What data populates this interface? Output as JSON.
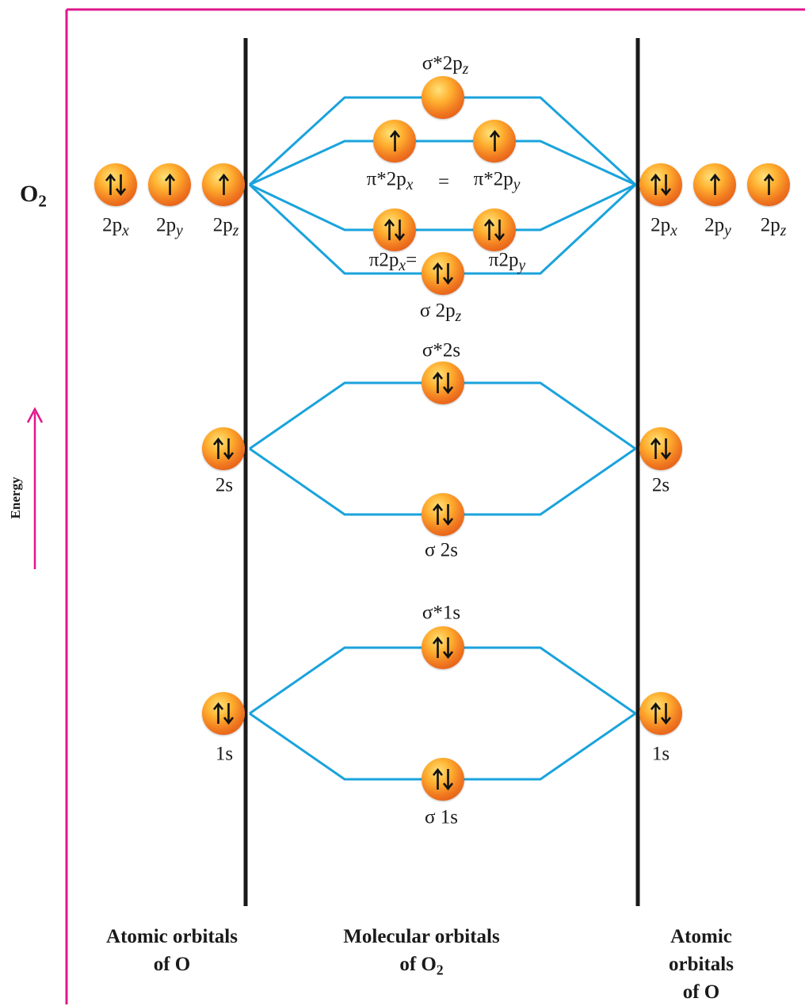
{
  "molecule": {
    "base": "O",
    "sub": "2"
  },
  "energy_axis": {
    "label": "Energy"
  },
  "columns": {
    "left": {
      "line1": "Atomic orbitals",
      "line2": "of O"
    },
    "middle": {
      "line1": "Molecular orbitals",
      "line2": "of O",
      "line2_sub": "2"
    },
    "right": {
      "line1": "Atomic orbitals",
      "line2": "of O"
    }
  },
  "atomic_left": {
    "p": [
      {
        "label": "2p",
        "sub": "x",
        "electrons": 2
      },
      {
        "label": "2p",
        "sub": "y",
        "electrons": 1
      },
      {
        "label": "2p",
        "sub": "z",
        "electrons": 1
      }
    ],
    "s2": {
      "label": "2s",
      "electrons": 2
    },
    "s1": {
      "label": "1s",
      "electrons": 2
    }
  },
  "atomic_right": {
    "p": [
      {
        "label": "2p",
        "sub": "x",
        "electrons": 2
      },
      {
        "label": "2p",
        "sub": "y",
        "electrons": 1
      },
      {
        "label": "2p",
        "sub": "z",
        "electrons": 1
      }
    ],
    "s2": {
      "label": "2s",
      "electrons": 2
    },
    "s1": {
      "label": "1s",
      "electrons": 2
    }
  },
  "molecular": {
    "sigma_star_2pz": {
      "label": "σ*2p",
      "sub": "z",
      "electrons": 0
    },
    "pi_star_2px": {
      "label": "π*2p",
      "sub": "x",
      "electrons": 1
    },
    "pi_star_2py": {
      "label": "π*2p",
      "sub": "y",
      "electrons": 1
    },
    "pi_star_equals": "=",
    "pi_2px": {
      "label": "π2p",
      "sub": "x",
      "electrons": 2,
      "suffix": "="
    },
    "pi_2py": {
      "label": "π2p",
      "sub": "y",
      "electrons": 2
    },
    "sigma_2pz": {
      "label": "σ 2p",
      "sub": "z",
      "electrons": 2
    },
    "sigma_star_2s": {
      "label": "σ*2s",
      "electrons": 2
    },
    "sigma_2s": {
      "label": "σ 2s",
      "electrons": 2
    },
    "sigma_star_1s": {
      "label": "σ*1s",
      "electrons": 2
    },
    "sigma_1s": {
      "label": "σ 1s",
      "electrons": 2
    }
  },
  "colors": {
    "frame": "#e0168c",
    "connector": "#1aa3dc",
    "divider": "#1a1a1a",
    "orbital_fill": "#f07820"
  }
}
